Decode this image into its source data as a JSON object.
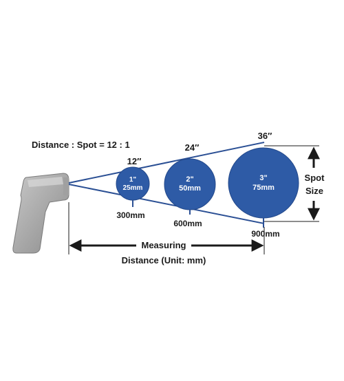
{
  "title": "Distance : Spot = 12 : 1",
  "colors": {
    "circle_fill": "#2E5BA6",
    "circle_stroke": "#24498A",
    "line": "#2A4F94",
    "text": "#1a1a1a",
    "gun_light": "#B8B8B8",
    "gun_dark": "#8E8E8E"
  },
  "spots": [
    {
      "distance_in": "12″",
      "spot_in": "1\"",
      "spot_mm": "25mm",
      "distance_mm": "300mm"
    },
    {
      "distance_in": "24″",
      "spot_in": "2\"",
      "spot_mm": "50mm",
      "distance_mm": "600mm"
    },
    {
      "distance_in": "36″",
      "spot_in": "3\"",
      "spot_mm": "75mm",
      "distance_mm": "900mm"
    }
  ],
  "spot_size_label": {
    "line1": "Spot",
    "line2": "Size"
  },
  "measuring": {
    "line1": "Measuring",
    "line2": "Distance (Unit: mm)"
  },
  "icons": {
    "device": "infrared-thermometer-icon"
  }
}
